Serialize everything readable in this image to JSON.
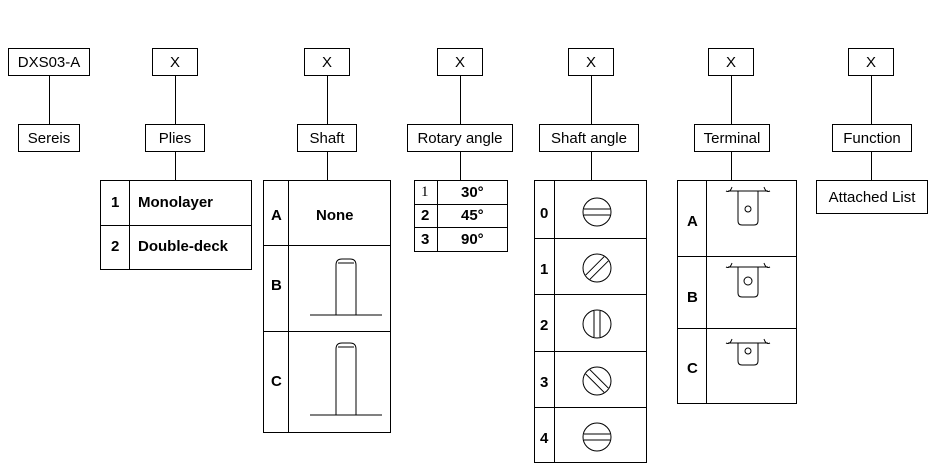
{
  "codes": [
    "DXS03-A",
    "X",
    "X",
    "X",
    "X",
    "X",
    "X"
  ],
  "labels": [
    "Sereis",
    "Plies",
    "Shaft",
    "Rotary angle",
    "Shaft angle",
    "Terminal",
    "Function"
  ],
  "plies": [
    {
      "code": "1",
      "name": "Monolayer"
    },
    {
      "code": "2",
      "name": "Double-deck"
    }
  ],
  "shaft": [
    {
      "code": "A",
      "name": "None"
    },
    {
      "code": "B"
    },
    {
      "code": "C"
    }
  ],
  "rotary_angle": [
    {
      "code": "1",
      "value": "30°"
    },
    {
      "code": "2",
      "value": "45°"
    },
    {
      "code": "3",
      "value": "90°"
    }
  ],
  "shaft_angle": [
    "0",
    "1",
    "2",
    "3",
    "4"
  ],
  "terminal": [
    "A",
    "B",
    "C"
  ],
  "function": {
    "value": "Attached List"
  }
}
